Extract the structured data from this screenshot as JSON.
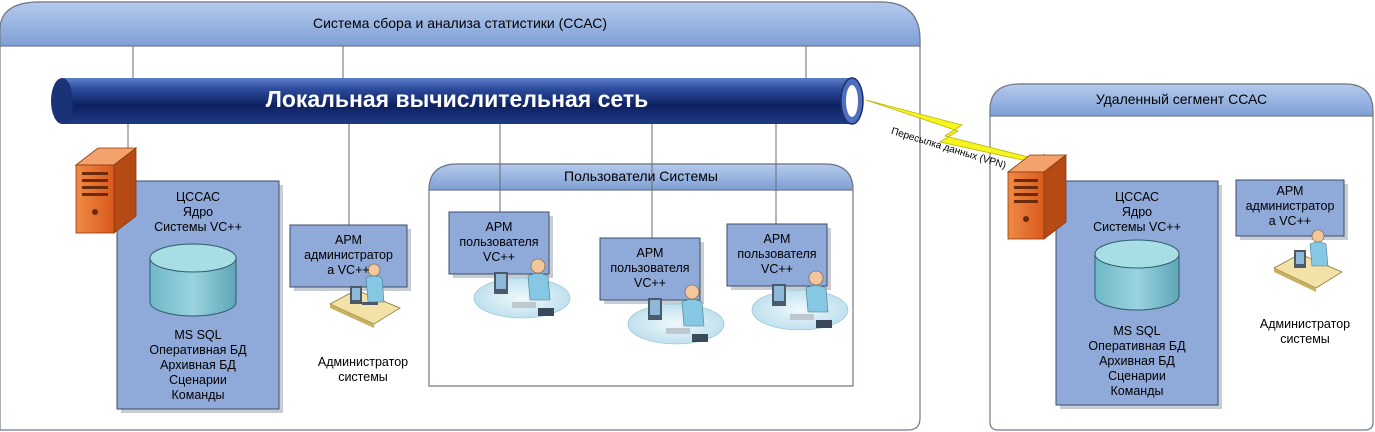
{
  "main_system": {
    "title": "Система сбора и анализа статистики (ССАС)"
  },
  "network": {
    "label": "Локальная вычислительная сеть"
  },
  "central_server": {
    "top_text": "ЦССАС\nЯдро\nСистемы VC++",
    "bottom_text": "MS SQL\nОперативная БД\nАрхивная БД\nСценарии\nКоманды"
  },
  "admin_workstation": {
    "box_text": "АРМ\nадминистратор\nа  VC++",
    "caption": "Администратор\nсистемы"
  },
  "users_group": {
    "title": "Пользователи Системы",
    "workstations": [
      {
        "box_text": "АРМ\nпользователя\nVC++"
      },
      {
        "box_text": "АРМ\nпользователя\nVC++"
      },
      {
        "box_text": "АРМ\nпользователя\nVC++"
      }
    ]
  },
  "vpn_link": {
    "label": "Пересылка данных (VPN)"
  },
  "remote_segment": {
    "title": "Удаленный сегмент ССАС",
    "server": {
      "top_text": "ЦССАС\nЯдро\nСистемы VC++",
      "bottom_text": "MS SQL\nОперативная БД\nАрхивная БД\nСценарии\nКоманды"
    },
    "admin_workstation": {
      "box_text": "АРМ\nадминистратор\nа  VC++",
      "caption": "Администратор\nсистемы"
    }
  },
  "colors": {
    "header_fill": "#8fb0dd",
    "box_fill": "#8fa9d8",
    "network_dark": "#0c1f5c",
    "network_mid": "#3c5fb0",
    "server_orange": "#e8722c",
    "lightning": "#f7f520"
  },
  "icons": {
    "server": "server-tower-icon",
    "database": "database-cylinder-icon",
    "workstation": "operator-at-desk-icon",
    "link": "lightning-bolt-icon"
  }
}
